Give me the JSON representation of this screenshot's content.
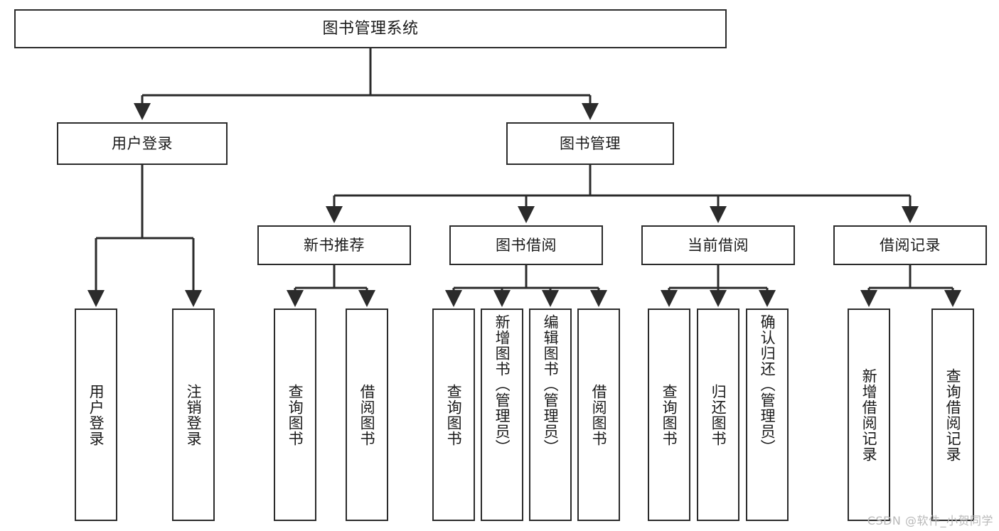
{
  "diagram": {
    "title": "图书管理系统",
    "stroke_color": "#2b2b2b",
    "background_color": "#ffffff",
    "text_color": "#1a1a1a"
  },
  "nodes": {
    "root": {
      "label": "图书管理系统"
    },
    "level2": [
      {
        "id": "user-login",
        "label": "用户登录"
      },
      {
        "id": "book-manage",
        "label": "图书管理"
      }
    ],
    "level3": [
      {
        "id": "new-book-recommend",
        "label": "新书推荐"
      },
      {
        "id": "book-borrow",
        "label": "图书借阅"
      },
      {
        "id": "current-borrow",
        "label": "当前借阅"
      },
      {
        "id": "borrow-record",
        "label": "借阅记录"
      }
    ],
    "level4": {
      "user_login_children": [
        {
          "id": "leaf-user-login",
          "label": "用户登录"
        },
        {
          "id": "leaf-user-logout",
          "label": "注销登录"
        }
      ],
      "new_book_recommend_children": [
        {
          "id": "leaf-query-book-1",
          "label": "查询图书"
        },
        {
          "id": "leaf-borrow-book-1",
          "label": "借阅图书"
        }
      ],
      "book_borrow_children": [
        {
          "id": "leaf-query-book-2",
          "label": "查询图书"
        },
        {
          "id": "leaf-add-book",
          "label": "新增图书（管理员）"
        },
        {
          "id": "leaf-edit-book",
          "label": "编辑图书（管理员）"
        },
        {
          "id": "leaf-borrow-book-2",
          "label": "借阅图书"
        }
      ],
      "current_borrow_children": [
        {
          "id": "leaf-query-book-3",
          "label": "查询图书"
        },
        {
          "id": "leaf-return-book",
          "label": "归还图书"
        },
        {
          "id": "leaf-confirm-return",
          "label": "确认归还（管理员）"
        }
      ],
      "borrow_record_children": [
        {
          "id": "leaf-add-borrow-record",
          "label": "新增借阅记录"
        },
        {
          "id": "leaf-query-borrow-record",
          "label": "查询借阅记录"
        }
      ]
    }
  },
  "watermark": {
    "text": "CSDN @软件_小贺同学"
  }
}
